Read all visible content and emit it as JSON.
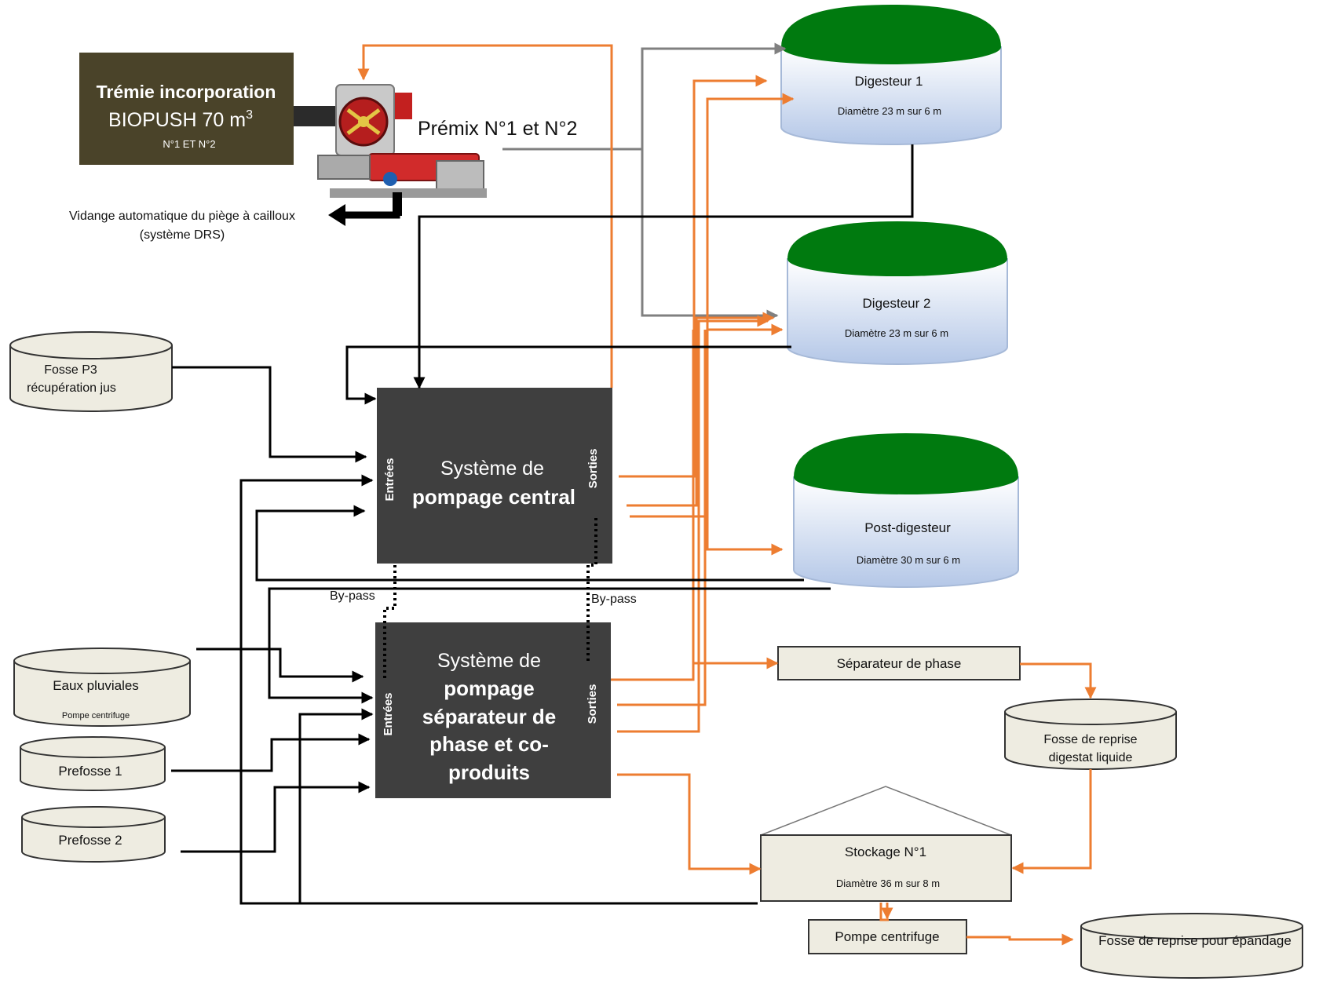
{
  "hopper": {
    "title": "Trémie incorporation",
    "model": "BIOPUSH 70 m",
    "model_sup": "3",
    "subtitle": "N°1 ET N°2"
  },
  "premix": {
    "label": "Prémix N°1 et N°2"
  },
  "drain": {
    "line1": "Vidange automatique du piège à cailloux",
    "line2": "(système DRS)"
  },
  "digesters": [
    {
      "name": "Digesteur 1",
      "dims": "Diamètre 23 m sur 6 m"
    },
    {
      "name": "Digesteur 2",
      "dims": "Diamètre 23 m sur 6 m"
    },
    {
      "name": "Post-digesteur",
      "dims": "Diamètre 30 m sur 6 m"
    }
  ],
  "central_pump": {
    "line1": "Système de",
    "line2": "pompage central",
    "inputs": "Entrées",
    "outputs": "Sorties"
  },
  "separator_pump": {
    "line1": "Système de",
    "line2": "pompage",
    "line3": "séparateur de",
    "line4": "phase et co-",
    "line5": "produits",
    "inputs": "Entrées",
    "outputs": "Sorties"
  },
  "bypass": {
    "left": "By-pass",
    "right": "By-pass"
  },
  "tanks": {
    "fosse_p3_line1": "Fosse  P3",
    "fosse_p3_line2": "récupération jus",
    "eaux_pluviales": "Eaux pluviales",
    "eaux_pluviales_sub": "Pompe centrifuge",
    "prefosse1": "Prefosse 1",
    "prefosse2": "Prefosse 2",
    "reprise_liquide_line1": "Fosse de reprise",
    "reprise_liquide_line2": "digestat liquide",
    "reprise_epandage": "Fosse de reprise pour épandage"
  },
  "separator": {
    "label": "Séparateur de phase"
  },
  "storage": {
    "name": "Stockage N°1",
    "dims": "Diamètre 36 m sur 8 m"
  },
  "centrifugal_pump": {
    "label": "Pompe centrifuge"
  },
  "colors": {
    "orange": "#ED7D31",
    "black": "#000000",
    "grey": "#808080",
    "dark_box": "#3F3F3F",
    "hopper_box": "#4A4329",
    "tank_fill": "#EEECE1",
    "dome_green": "#007A0F",
    "cylinder_top": "#FFFFFF",
    "cylinder_bottom": "#B4C7E7"
  }
}
